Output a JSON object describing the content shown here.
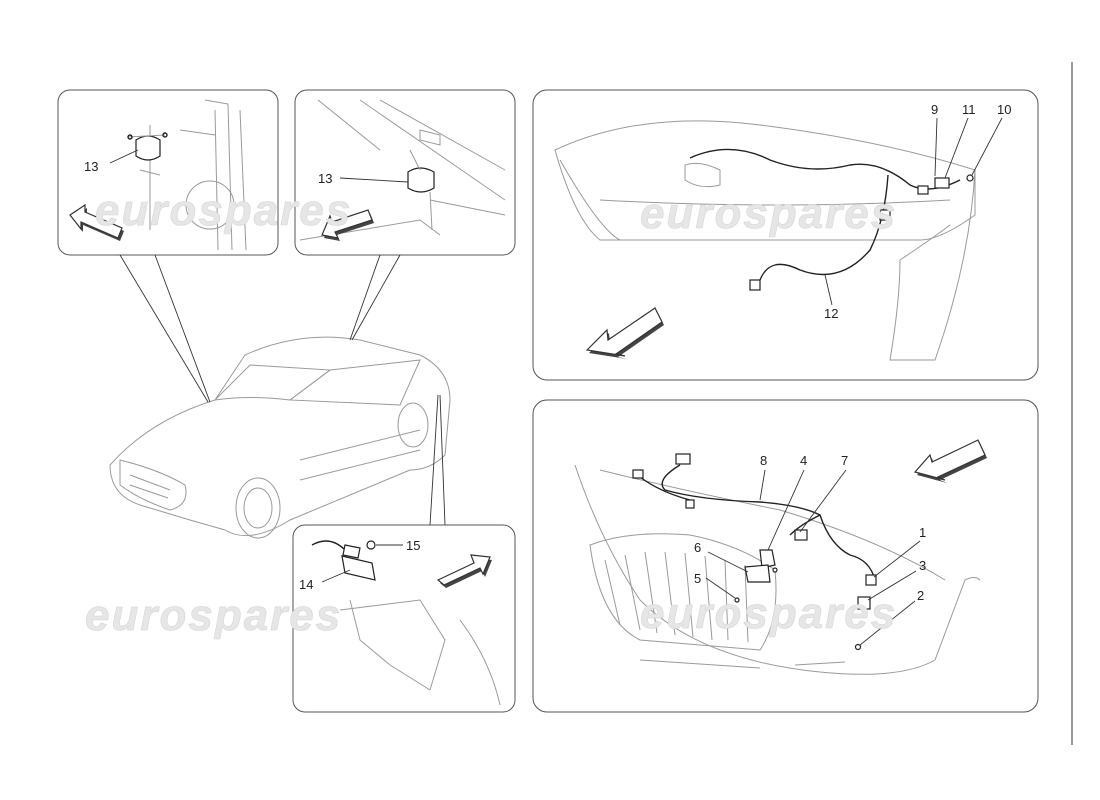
{
  "watermark": "eurospares",
  "callouts": {
    "n1": "1",
    "n2": "2",
    "n3": "3",
    "n4": "4",
    "n5": "5",
    "n6": "6",
    "n7": "7",
    "n8": "8",
    "n9": "9",
    "n10": "10",
    "n11": "11",
    "n12": "12",
    "n13a": "13",
    "n13b": "13",
    "n14": "14",
    "n15": "15"
  },
  "colors": {
    "line": "#9a9a9a",
    "ink": "#222222",
    "watermark": "#e6e6e6"
  }
}
